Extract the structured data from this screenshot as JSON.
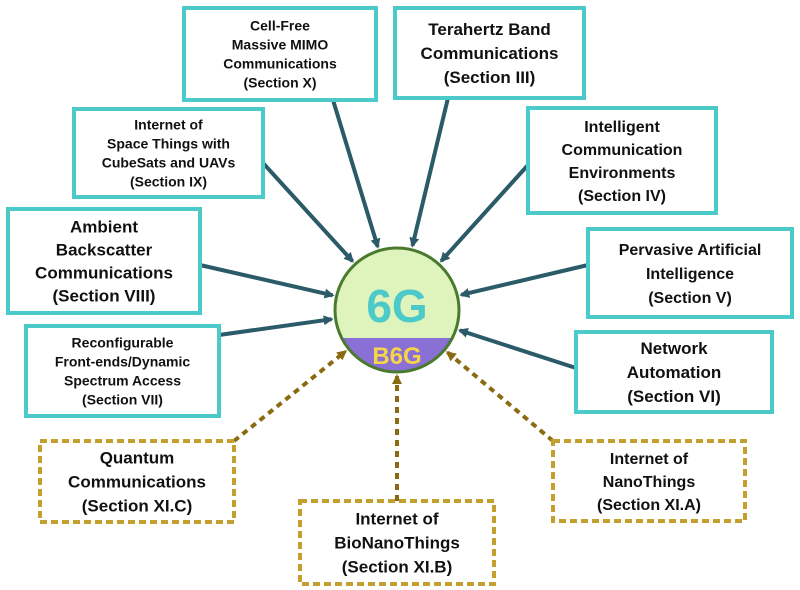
{
  "colors": {
    "solid_border": "#4cc9c9",
    "dashed_border": "#c4a02e",
    "solid_arrow": "#2b5a68",
    "dashed_arrow": "#8a6b12",
    "hub_top": "#dff3bc",
    "hub_bottom": "#8a6fd4",
    "hub_outline": "#4a7a2e",
    "text_6g": "#4cc9c9",
    "text_b6g": "#f6d44a"
  },
  "hub": {
    "top_label": "6G",
    "bottom_label": "B6G"
  },
  "nodes": [
    {
      "id": "cell-free-mimo",
      "style": "solid",
      "lines": [
        "Cell-Free",
        "Massive MIMO",
        "Communications",
        "(Section X)"
      ]
    },
    {
      "id": "terahertz-band",
      "style": "solid",
      "lines": [
        "Terahertz Band",
        "Communications",
        "(Section III)"
      ]
    },
    {
      "id": "intelligent-environments",
      "style": "solid",
      "lines": [
        "Intelligent",
        "Communication",
        "Environments",
        "(Section IV)"
      ]
    },
    {
      "id": "pervasive-ai",
      "style": "solid",
      "lines": [
        "Pervasive Artificial",
        "Intelligence",
        "(Section V)"
      ]
    },
    {
      "id": "network-automation",
      "style": "solid",
      "lines": [
        "Network",
        "Automation",
        "(Section VI)"
      ]
    },
    {
      "id": "internet-of-nanothings",
      "style": "dashed",
      "lines": [
        "Internet of",
        "NanoThings",
        "(Section XI.A)"
      ]
    },
    {
      "id": "internet-of-bionanothings",
      "style": "dashed",
      "lines": [
        "Internet of",
        "BioNanoThings",
        "(Section XI.B)"
      ]
    },
    {
      "id": "quantum-communications",
      "style": "dashed",
      "lines": [
        "Quantum",
        "Communications",
        "(Section XI.C)"
      ]
    },
    {
      "id": "reconfigurable-frontends",
      "style": "solid",
      "lines": [
        "Reconfigurable",
        "Front-ends/Dynamic",
        "Spectrum Access",
        "(Section VII)"
      ]
    },
    {
      "id": "ambient-backscatter",
      "style": "solid",
      "lines": [
        "Ambient",
        "Backscatter",
        "Communications",
        "(Section VIII)"
      ]
    },
    {
      "id": "internet-of-space-things",
      "style": "solid",
      "lines": [
        "Internet of",
        "Space Things with",
        "CubeSats and UAVs",
        "(Section IX)"
      ]
    }
  ]
}
